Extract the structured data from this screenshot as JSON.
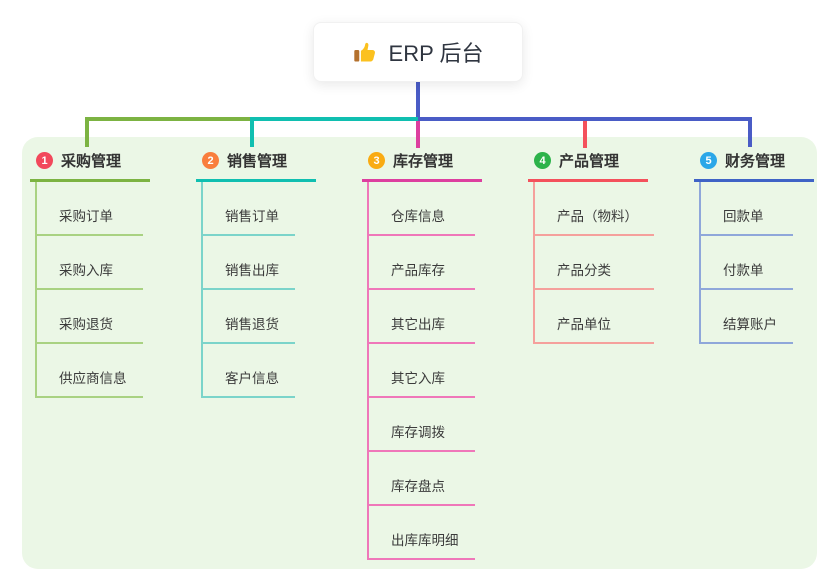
{
  "root": {
    "label": "ERP 后台",
    "icon": "thumbs-up-icon"
  },
  "colors": {
    "page_bg": "#ffffff",
    "panel_bg": "#ebf7e6",
    "root_stem": "#4a5cc6",
    "header_text": "#333333",
    "child_text": "#3b3b3b"
  },
  "connectors": {
    "segment_colors": [
      "#7cb342",
      "#10bfb0",
      "#4a5cc6"
    ],
    "drop_colors": [
      "#7cb342",
      "#10bfb0",
      "#dd3f9f",
      "#f4515c",
      "#4a5cc6"
    ]
  },
  "branches": [
    {
      "badge": "1",
      "label": "采购管理",
      "badge_color": "#f2485b",
      "line_color": "#7cb342",
      "child_line_color": "#a9d282",
      "children": [
        "采购订单",
        "采购入库",
        "采购退货",
        "供应商信息"
      ]
    },
    {
      "badge": "2",
      "label": "销售管理",
      "badge_color": "#f97e3d",
      "line_color": "#10bfb0",
      "child_line_color": "#7bd4ca",
      "children": [
        "销售订单",
        "销售出库",
        "销售退货",
        "客户信息"
      ]
    },
    {
      "badge": "3",
      "label": "库存管理",
      "badge_color": "#f9ab12",
      "line_color": "#dd3f9f",
      "child_line_color": "#ef77b9",
      "children": [
        "仓库信息",
        "产品库存",
        "其它出库",
        "其它入库",
        "库存调拨",
        "库存盘点",
        "出库库明细"
      ]
    },
    {
      "badge": "4",
      "label": "产品管理",
      "badge_color": "#2cb34a",
      "line_color": "#f4515c",
      "child_line_color": "#f5a09c",
      "children": [
        "产品（物料）",
        "产品分类",
        "产品单位"
      ]
    },
    {
      "badge": "5",
      "label": "财务管理",
      "badge_color": "#2ba7e8",
      "line_color": "#3f63c6",
      "child_line_color": "#8fa7da",
      "children": [
        "回款单",
        "付款单",
        "结算账户"
      ]
    }
  ]
}
